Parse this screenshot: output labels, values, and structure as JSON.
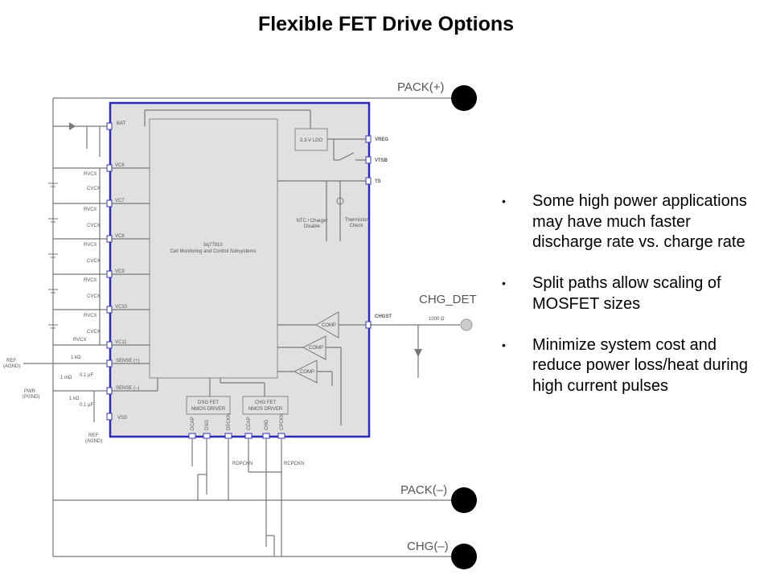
{
  "title": "Flexible FET Drive Options",
  "diagram": {
    "chip_name": "bq77910",
    "chip_desc": "Cell Monitoring and Control Subsystems",
    "ldo_label": "3.3-V LDO",
    "left_pins": [
      "BAT",
      "VC6",
      "VC7",
      "VC8",
      "VC9",
      "VC10",
      "VC11",
      "SENSE (+)",
      "SENSE (–)",
      "VSS"
    ],
    "right_pins": [
      "VREG",
      "VTSB",
      "TS",
      "CHGST"
    ],
    "bottom_pins": [
      "DCAP",
      "DSG",
      "DPCKN",
      "CCAP",
      "CHG",
      "CPCKN"
    ],
    "dsg_driver": [
      "DSG FET",
      "NMOS DRIVER"
    ],
    "chg_driver": [
      "CHG FET",
      "NMOS DRIVER"
    ],
    "comp_label": "COMP",
    "ntc_label": [
      "NTC / Charger",
      "Disable"
    ],
    "therm_label": [
      "Thermistor",
      "Check"
    ],
    "rvcx": "RVCX",
    "cvcx": "CVCX",
    "r_1k": "1 kΩ",
    "r_1m": "1 mΩ",
    "c_01": "0.1 µF",
    "ref_agnd": [
      "REF",
      "(AGND)"
    ],
    "pwr_pgnd": [
      "PWR",
      "(PGND)"
    ],
    "r_dpckn": "RDPCKN",
    "r_cpckn": "RCPCKN",
    "r_1000": "1000 Ω",
    "pack_plus": "PACK(+)",
    "pack_minus": "PACK(–)",
    "chg_minus": "CHG(–)",
    "chg_det": "CHG_DET",
    "colors": {
      "ic_border": "#2b2bb8",
      "ic_fill": "#e0e0e0",
      "terminal": "#000000"
    }
  },
  "bullets": [
    "Some high power applications may have much faster discharge rate vs. charge rate",
    "Split paths allow scaling of MOSFET sizes",
    "Minimize system cost and reduce power loss/heat during high current pulses"
  ]
}
